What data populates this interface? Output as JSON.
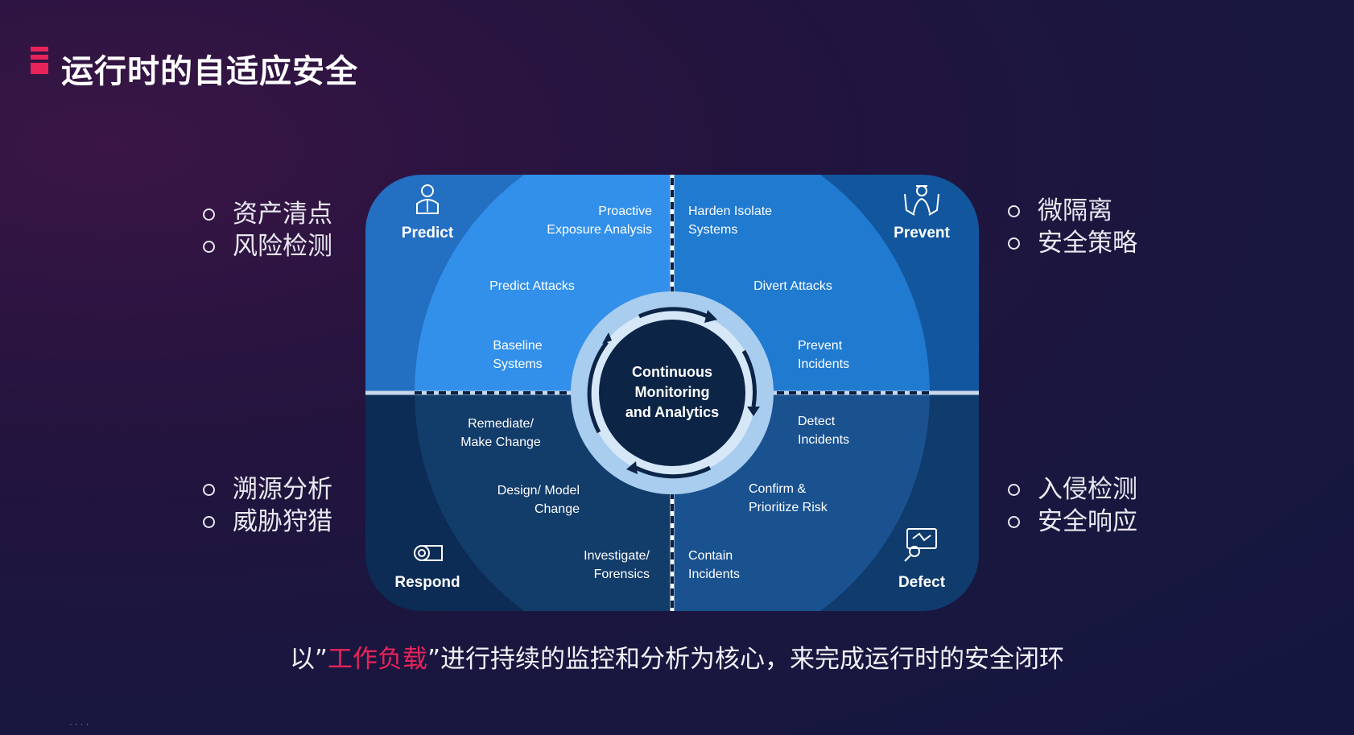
{
  "page": {
    "title": "运行时的自适应安全"
  },
  "bullets": {
    "top_left": [
      "资产清点",
      "风险检测"
    ],
    "top_right": [
      "微隔离",
      "安全策略"
    ],
    "bottom_left": [
      "溯源分析",
      "威胁狩猎"
    ],
    "bottom_right": [
      "入侵检测",
      "安全响应"
    ]
  },
  "caption": {
    "prefix": "以”",
    "highlight": "工作负载",
    "suffix": "”进行持续的监控和分析为核心，来完成运行时的安全闭环"
  },
  "colors": {
    "accent": "#e8235a",
    "predict": "#2f86df",
    "prevent": "#1b6fc4",
    "respond": "#0f3562",
    "defect": "#154b86"
  },
  "diagram": {
    "center": [
      "Continuous",
      "Monitoring",
      "and Analytics"
    ],
    "quadrants": {
      "predict": {
        "name": "Predict",
        "icon": "person-icon",
        "labels": [
          [
            "Proactive",
            "Exposure Analysis"
          ],
          [
            "Predict Attacks"
          ],
          [
            "Baseline",
            "Systems"
          ]
        ]
      },
      "prevent": {
        "name": "Prevent",
        "icon": "shield-hands-icon",
        "labels": [
          [
            "Harden Isolate",
            "Systems"
          ],
          [
            "Divert Attacks"
          ],
          [
            "Prevent",
            "Incidents"
          ]
        ]
      },
      "respond": {
        "name": "Respond",
        "icon": "tape-icon",
        "labels": [
          [
            "Remediate/",
            "Make Change"
          ],
          [
            "Design/ Model",
            "Change"
          ],
          [
            "Investigate/",
            "Forensics"
          ]
        ]
      },
      "defect": {
        "name": "Defect",
        "icon": "monitor-search-icon",
        "labels": [
          [
            "Detect",
            "Incidents"
          ],
          [
            "Confirm &",
            "Prioritize Risk"
          ],
          [
            "Contain",
            "Incidents"
          ]
        ]
      }
    }
  }
}
